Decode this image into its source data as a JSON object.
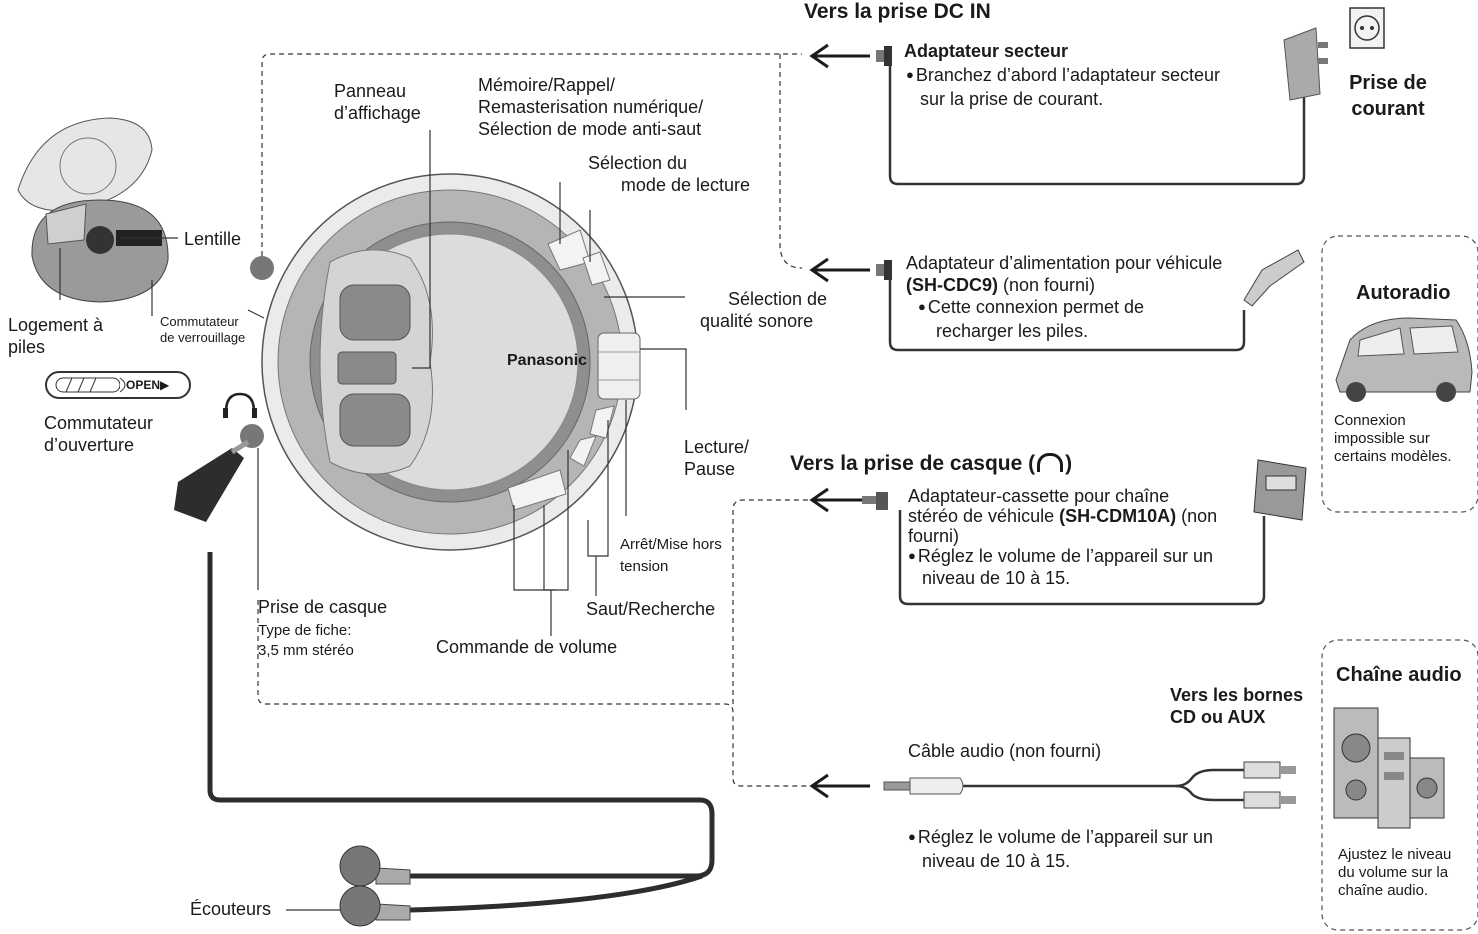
{
  "device": {
    "brand": "Panasonic",
    "labels": {
      "display_panel": [
        "Panneau",
        "d’affichage"
      ],
      "memory": [
        "Mémoire/Rappel/",
        "Remasterisation numérique/",
        "Sélection de mode anti-saut"
      ],
      "play_mode": [
        "Sélection du",
        "mode de lecture"
      ],
      "sound_quality": [
        "Sélection de",
        "qualité sonore"
      ],
      "play_pause": [
        "Lecture/",
        "Pause"
      ],
      "stop_off": [
        "Arrêt/Mise hors",
        "tension"
      ],
      "skip_search": "Saut/Recherche",
      "volume": "Commande de volume",
      "headphone_jack": "Prise de casque",
      "plug_type": [
        "Type de fiche:",
        "3,5 mm stéréo"
      ],
      "lens": "Lentille",
      "battery": [
        "Logement à",
        "piles"
      ],
      "hold_switch": [
        "Commutateur",
        "de verrouillage"
      ],
      "open_switch": [
        "Commutateur",
        "d’ouverture"
      ],
      "open_label": "OPEN▶",
      "earphones": "Écouteurs"
    }
  },
  "dc_in": {
    "heading": "Vers la prise DC IN",
    "ac_adaptor": {
      "title": "Adaptateur secteur",
      "note": [
        "Branchez d’abord l’adaptateur secteur",
        "sur la prise de courant."
      ]
    },
    "outlet": [
      "Prise de",
      "courant"
    ],
    "car_adaptor": {
      "line1": "Adaptateur d’alimentation pour véhicule",
      "model": "(SH-CDC9)",
      "suffix": " (non fourni)",
      "note": [
        "Cette connexion permet de",
        "recharger les piles."
      ]
    },
    "car_box": {
      "title": "Autoradio",
      "note": [
        "Connexion",
        "impossible sur",
        "certains modèles."
      ]
    }
  },
  "headphone": {
    "heading": "Vers la prise de casque (",
    "heading_end": ")",
    "cassette": {
      "line1": "Adaptateur-cassette pour chaîne",
      "line2_pre": "stéréo de véhicule ",
      "model": "(SH-CDM10A)",
      "line2_post": " (non",
      "line3": "fourni)",
      "note": [
        "Réglez le volume de l’appareil sur un",
        "niveau de 10 à 15."
      ]
    },
    "audio": {
      "terminals": [
        "Vers les bornes",
        "CD ou AUX"
      ],
      "cable": "Câble audio (non fourni)",
      "note": [
        "Réglez le volume de l’appareil sur un",
        "niveau de 10 à 15."
      ]
    },
    "stereo_box": {
      "title": "Chaîne audio",
      "note": [
        "Ajustez le niveau",
        "du volume sur la",
        "chaîne audio."
      ]
    }
  }
}
